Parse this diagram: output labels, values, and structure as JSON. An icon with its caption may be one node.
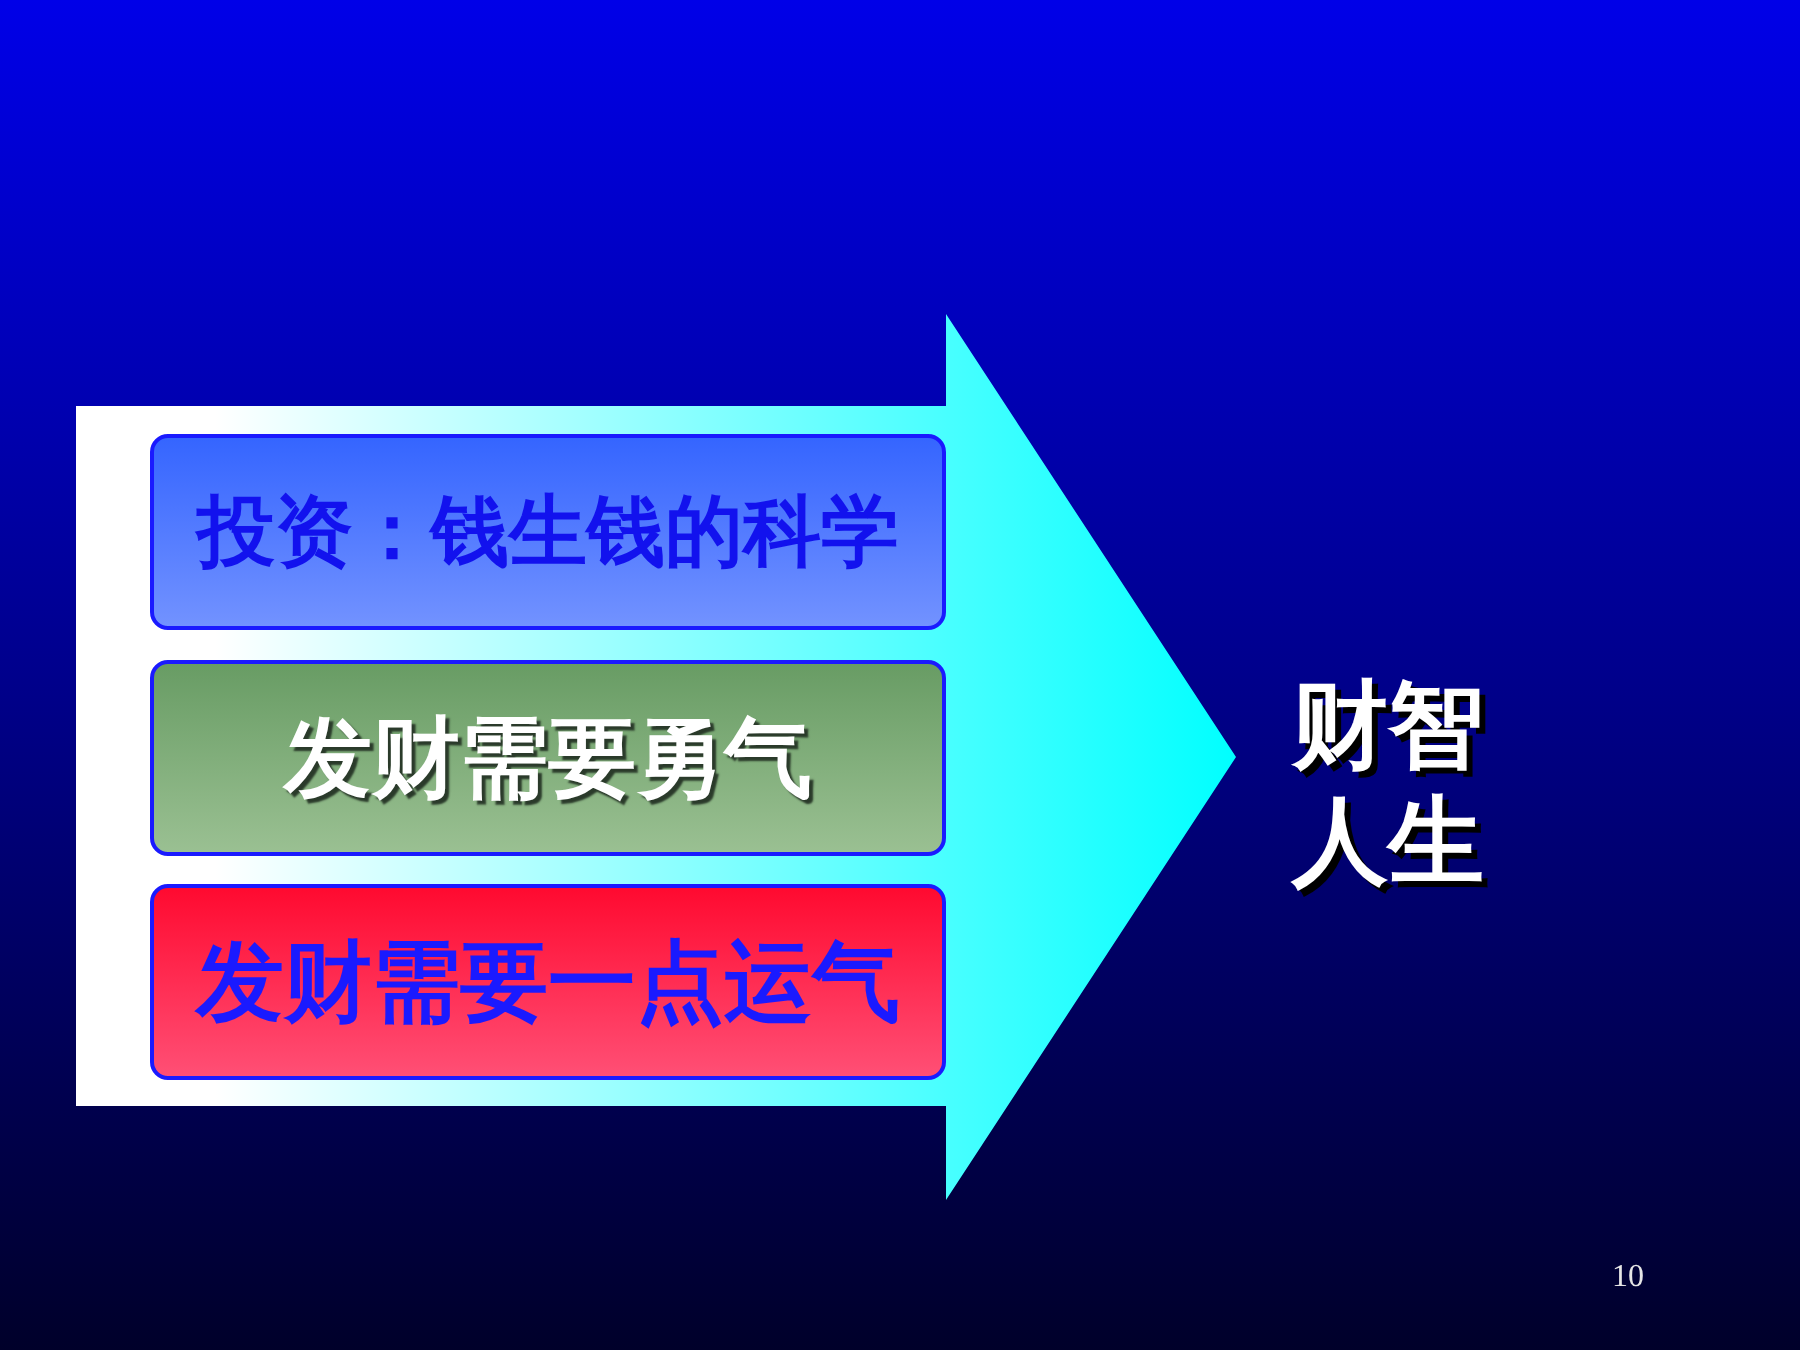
{
  "diagram": {
    "nodes": [
      {
        "text": [],
        "shape": "arrow"
      },
      {
        "text": [
          "投资：钱生钱的科学"
        ],
        "in": 0
      },
      {
        "text": [
          "发财需要勇气"
        ],
        "in": 0
      },
      {
        "text": [
          "发财需要一点运气"
        ],
        "in": 0
      }
    ],
    "labels": [
      "财智人生",
      "10"
    ]
  }
}
